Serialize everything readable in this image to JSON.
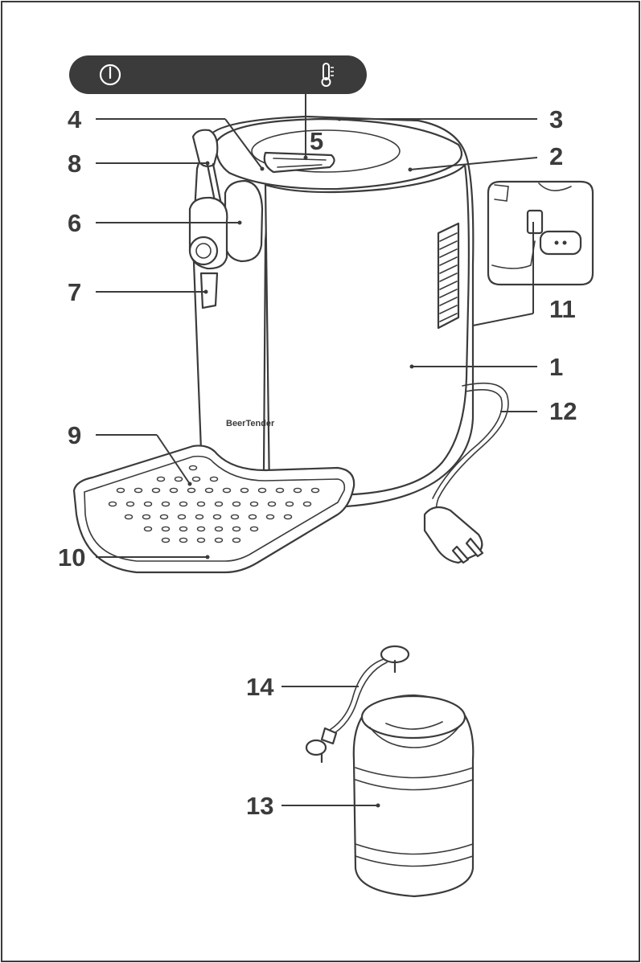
{
  "control_bar": {
    "power_icon": "power-icon",
    "temperature_icon": "thermometer-icon",
    "background": "#3b3b3b"
  },
  "logo_text": "BeerTender",
  "callouts": [
    {
      "id": "1",
      "label": "1"
    },
    {
      "id": "2",
      "label": "2"
    },
    {
      "id": "3",
      "label": "3"
    },
    {
      "id": "4",
      "label": "4"
    },
    {
      "id": "5",
      "label": "5"
    },
    {
      "id": "6",
      "label": "6"
    },
    {
      "id": "7",
      "label": "7"
    },
    {
      "id": "8",
      "label": "8"
    },
    {
      "id": "9",
      "label": "9"
    },
    {
      "id": "10",
      "label": "10"
    },
    {
      "id": "11",
      "label": "11"
    },
    {
      "id": "12",
      "label": "12"
    },
    {
      "id": "13",
      "label": "13"
    },
    {
      "id": "14",
      "label": "14"
    }
  ],
  "colors": {
    "line": "#3b3b3b",
    "background": "#ffffff",
    "border": "#3b3b3b"
  }
}
